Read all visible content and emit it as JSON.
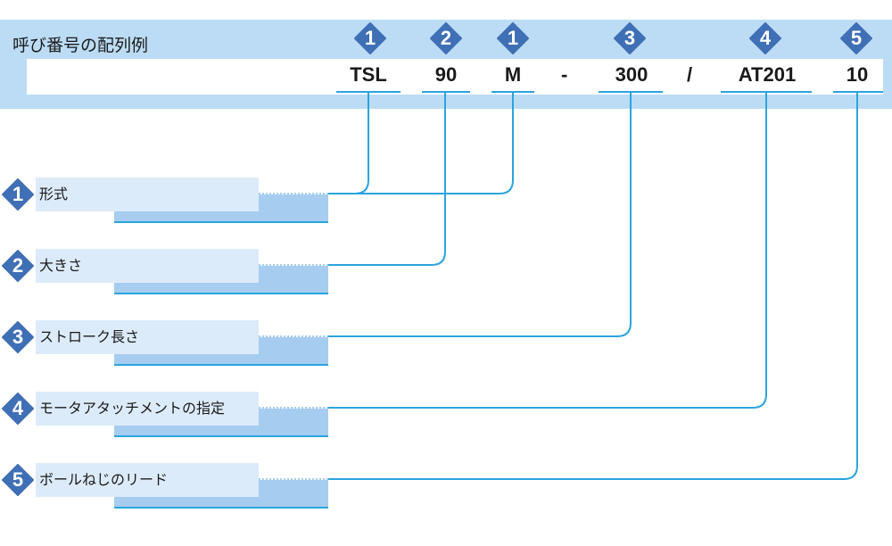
{
  "title": "呼び番号の配列例",
  "code_segments": [
    {
      "badge": "1",
      "text": "TSL"
    },
    {
      "badge": "2",
      "text": "90"
    },
    {
      "badge": "1",
      "text": "M"
    },
    {
      "badge": "3",
      "text": "300"
    },
    {
      "badge": "4",
      "text": "AT201"
    },
    {
      "badge": "5",
      "text": "10"
    }
  ],
  "separators": [
    "-",
    "/"
  ],
  "items": [
    {
      "badge": "1",
      "label": "形式"
    },
    {
      "badge": "2",
      "label": "大きさ"
    },
    {
      "badge": "3",
      "label": "ストローク長さ"
    },
    {
      "badge": "4",
      "label": "モータアタッチメントの指定"
    },
    {
      "badge": "5",
      "label": "ボールねじのリード"
    }
  ],
  "colors": {
    "badge": "#3f6fb5",
    "line": "#2ba4dd",
    "header_band": "#bcdcf5",
    "item_box": "#dcebfa",
    "item_shadow": "#a6cdef"
  }
}
